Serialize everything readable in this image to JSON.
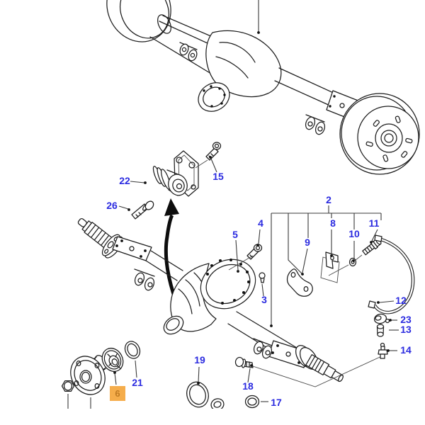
{
  "figure": {
    "background_color": "#ffffff",
    "label_color": "#2b2be0",
    "line_color": "#1d1d1d",
    "highlight": {
      "part": "6",
      "box_color": "#f5ad4b",
      "digit_color": "#bf7a22"
    },
    "parts": {
      "p2": {
        "label": "2"
      },
      "p3": {
        "label": "3"
      },
      "p4": {
        "label": "4"
      },
      "p5": {
        "label": "5"
      },
      "p6": {
        "label": "6",
        "highlighted": true
      },
      "p8": {
        "label": "8"
      },
      "p9": {
        "label": "9"
      },
      "p10": {
        "label": "10"
      },
      "p11": {
        "label": "11"
      },
      "p12": {
        "label": "12"
      },
      "p13": {
        "label": "13"
      },
      "p14": {
        "label": "14"
      },
      "p15": {
        "label": "15"
      },
      "p17": {
        "label": "17"
      },
      "p18": {
        "label": "18"
      },
      "p19": {
        "label": "19"
      },
      "p21": {
        "label": "21"
      },
      "p22": {
        "label": "22"
      },
      "p23": {
        "label": "23"
      },
      "p26": {
        "label": "26"
      }
    }
  }
}
